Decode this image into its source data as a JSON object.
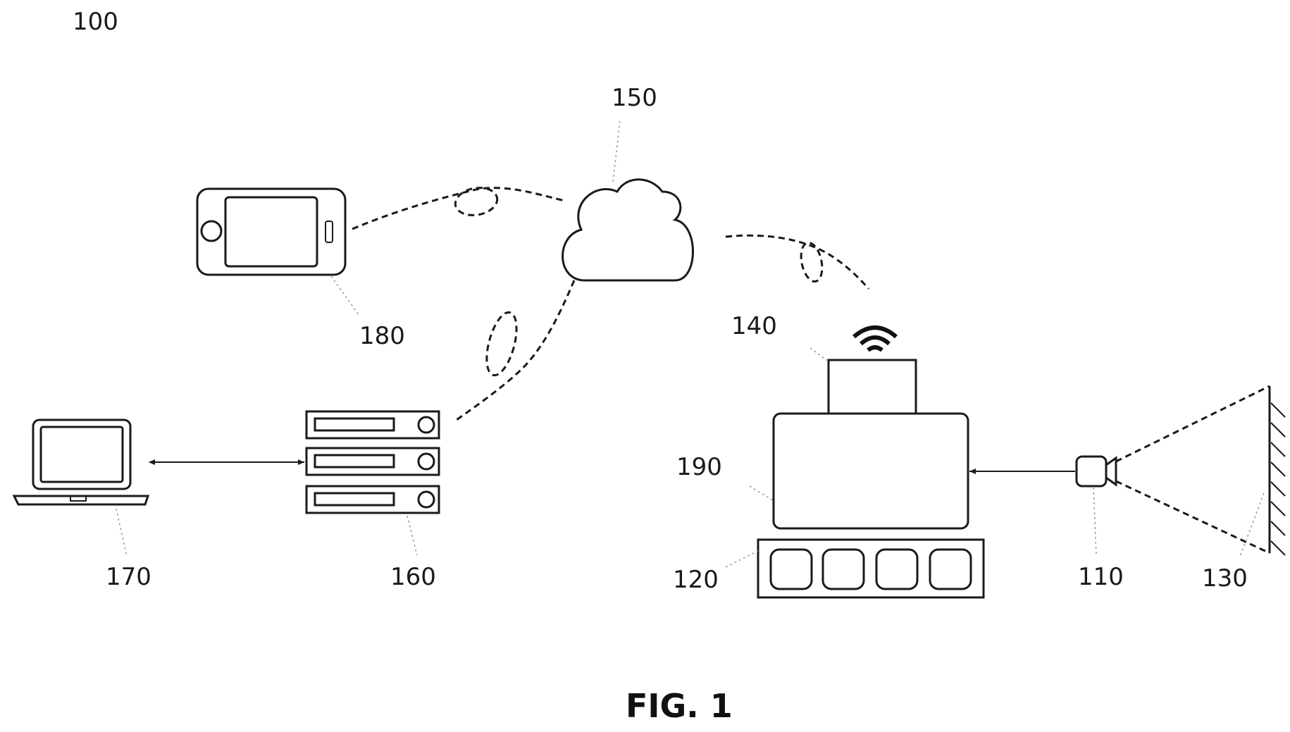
{
  "figure": {
    "id_label": "100",
    "caption": "FIG. 1"
  },
  "labels": {
    "camera": "110",
    "keypad": "120",
    "scene": "130",
    "wireless_module": "140",
    "cloud": "150",
    "server": "160",
    "laptop": "170",
    "smartphone": "180",
    "processing_unit": "190"
  },
  "icons": {
    "smartphone": "smartphone-icon",
    "cloud": "cloud-icon",
    "server": "server-rack-icon",
    "laptop": "laptop-icon",
    "wifi": "wifi-icon",
    "camera": "camera-icon"
  }
}
